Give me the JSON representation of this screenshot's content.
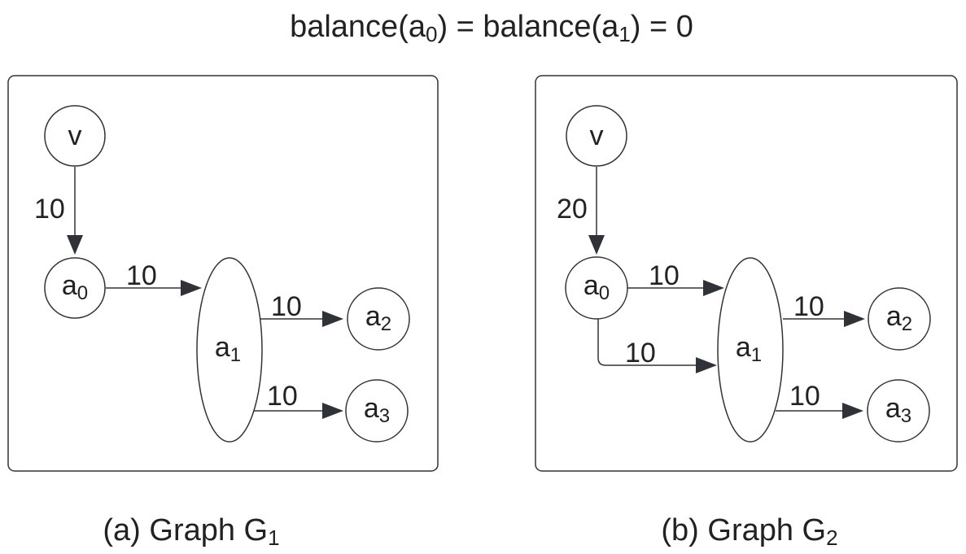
{
  "title": {
    "prefix": "balance(a",
    "sub0": "0",
    "middle": ") = balance(a",
    "sub1": "1",
    "suffix": ") = 0"
  },
  "graphs": [
    {
      "caption": {
        "text": "(a) Graph G",
        "sub": "1"
      },
      "nodes": {
        "v": {
          "main": "v",
          "sub": ""
        },
        "a0": {
          "main": "a",
          "sub": "0"
        },
        "a1": {
          "main": "a",
          "sub": "1"
        },
        "a2": {
          "main": "a",
          "sub": "2"
        },
        "a3": {
          "main": "a",
          "sub": "3"
        }
      },
      "edges": {
        "v_a0": "10",
        "a0_a1": "10",
        "a1_a2": "10",
        "a1_a3": "10"
      }
    },
    {
      "caption": {
        "text": "(b) Graph G",
        "sub": "2"
      },
      "nodes": {
        "v": {
          "main": "v",
          "sub": ""
        },
        "a0": {
          "main": "a",
          "sub": "0"
        },
        "a1": {
          "main": "a",
          "sub": "1"
        },
        "a2": {
          "main": "a",
          "sub": "2"
        },
        "a3": {
          "main": "a",
          "sub": "3"
        }
      },
      "edges": {
        "v_a0": "20",
        "a0_a1_top": "10",
        "a0_a1_bottom": "10",
        "a1_a2": "10",
        "a1_a3": "10"
      }
    }
  ]
}
